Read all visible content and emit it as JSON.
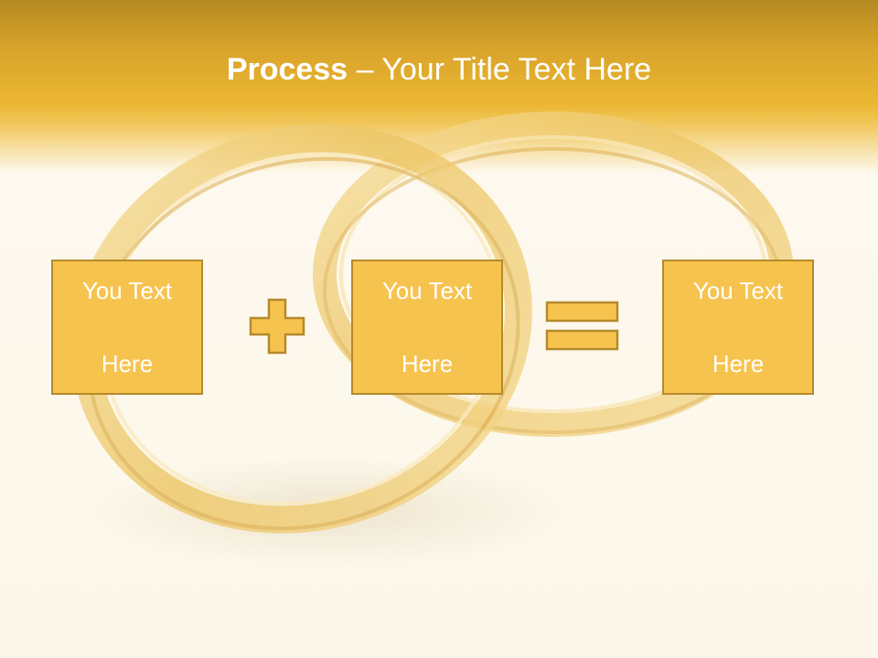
{
  "slide": {
    "title_bold": "Process",
    "title_rest": " – Your Title Text Here",
    "boxes": [
      {
        "line1": "You Text",
        "line2": "Here"
      },
      {
        "line1": "You Text",
        "line2": "Here"
      },
      {
        "line1": "You Text",
        "line2": "Here"
      }
    ],
    "operators": [
      "plus-icon",
      "equals-icon"
    ]
  },
  "colors": {
    "header": "#e9b330",
    "box_fill": "#f6c34e",
    "box_border": "#b58a2c",
    "ring_gold": "#e9c05a",
    "background": "#fdf9ee"
  }
}
